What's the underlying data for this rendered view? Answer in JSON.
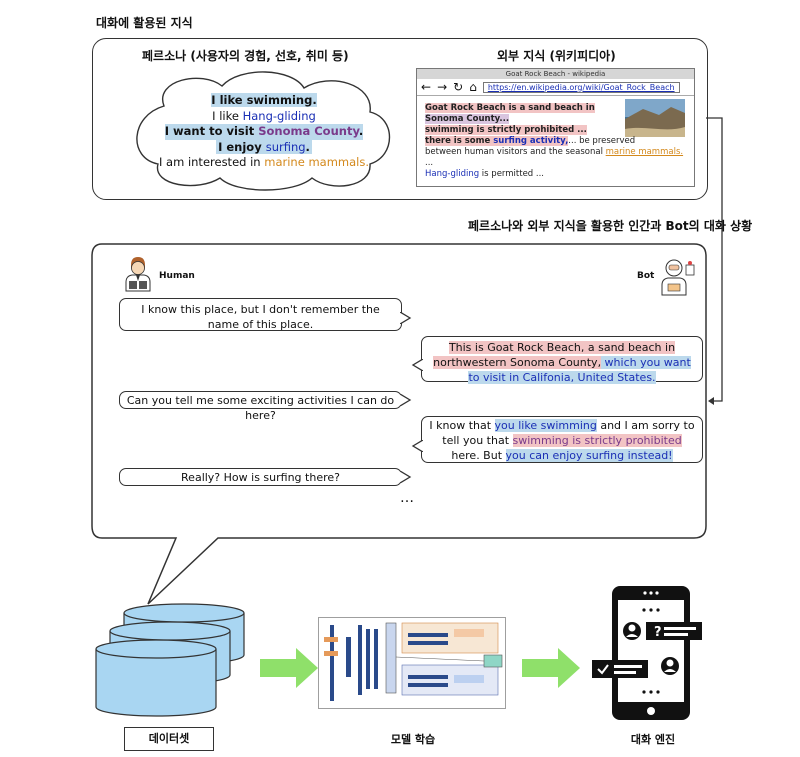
{
  "knowledge_section": {
    "title": "대화에 활용된 지식",
    "persona_title": "페르소나 (사용자의 경험, 선호, 취미 등)",
    "persona_lines": {
      "l1": "I like swimming.",
      "l2a": "I like ",
      "l2b": "Hang-gliding",
      "l3a": "I want to visit ",
      "l3b": "Sonoma County",
      "l3c": ".",
      "l4a": "I enjoy ",
      "l4b": "surfing",
      "l4c": ".",
      "l5a": "I am interested in ",
      "l5b": "marine mammals."
    },
    "wiki_title": "외부 지식 (위키피디아)",
    "wiki": {
      "tab_title": "Goat Rock Beach - wikipedia",
      "url": "https://en.wikipedia.org/wiki/Goat_Rock_Beach",
      "t1": "Goat Rock Beach is a sand beach in",
      "t2": "Sonoma County...",
      "t3": "swimming is strictly prohibited ...",
      "t4a": "there is some ",
      "t4b": "surfing activity,",
      "t4c": "...  be preserved",
      "t5a": "between human visitors and the seasonal ",
      "t5b": "marine mammals.",
      "t5c": " ...",
      "t6a": "Hang-gliding",
      "t6b": " is permitted ..."
    }
  },
  "dialogue_section": {
    "title": "페르소나와 외부 지식을 활용한 인간과 Bot의 대화 상황",
    "human_label": "Human",
    "bot_label": "Bot",
    "m1": "I know this place, but I don't remember the name of this place.",
    "m2a": "This is Goat Rock Beach, a sand beach in northwestern Sonoma County,",
    "m2b": " which you want to visit in Califonia, United States.",
    "m3": "Can you tell me some exciting activities I can do here?",
    "m4a": "I know that ",
    "m4b": "you like swimming",
    "m4c": " and I am sorry to tell you that ",
    "m4d": "swimming is strictly prohibited",
    "m4e": " here. But ",
    "m4f": "you can enjoy surfing instead!",
    "m5": "Really? How is surfing there?",
    "ellipsis": "…"
  },
  "pipeline": {
    "dataset_label": "데이터셋",
    "model_label": "모델 학습",
    "engine_label": "대화 엔진"
  },
  "colors": {
    "highlight_blue": "#bcd9ec",
    "highlight_red": "#f2c4c4",
    "arrow_green": "#8fe06a",
    "cylinder_blue": "#a9d6f2"
  }
}
